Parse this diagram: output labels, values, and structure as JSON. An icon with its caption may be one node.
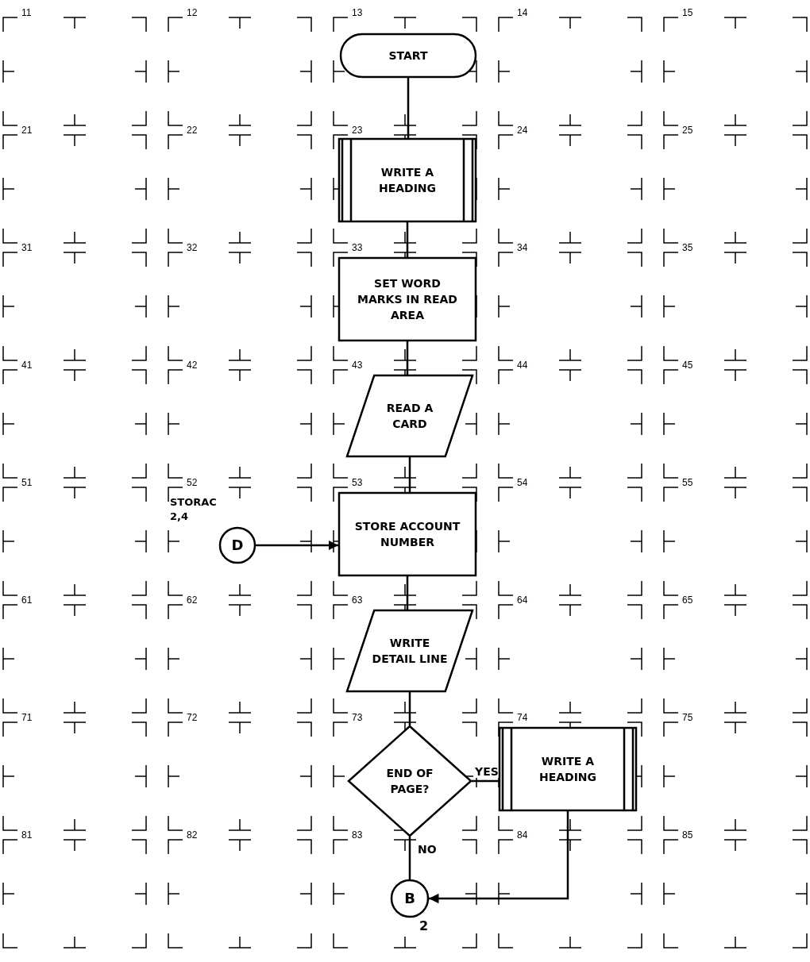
{
  "diagram": {
    "nodes": [
      {
        "text": [
          "START"
        ]
      },
      {
        "text": [
          "WRITE A HEADING"
        ]
      },
      {
        "text": [
          "SET WORD MARKS IN READ AREA"
        ]
      },
      {
        "text": [
          "READ A CARD"
        ]
      },
      {
        "text": [
          "STORE ACCOUNT NUMBER"
        ]
      },
      {
        "text": [
          "WRITE DETAIL LINE"
        ]
      },
      {
        "text": [
          "END OF PAGE?"
        ]
      },
      {
        "text": [
          "WRITE A HEADING"
        ]
      },
      {
        "text": [
          "D"
        ],
        "beside": [
          "STORAC 2,4"
        ]
      },
      {
        "text": [
          "B"
        ],
        "beside": [
          "2"
        ]
      }
    ],
    "edges": [
      {
        "from": 0,
        "to": 1,
        "arrow": "none"
      },
      {
        "from": 1,
        "to": 2,
        "arrow": "none"
      },
      {
        "from": 2,
        "to": 3,
        "arrow": "none"
      },
      {
        "from": 3,
        "to": 4,
        "arrow": "none"
      },
      {
        "from": 8,
        "to": 4,
        "arrow": "to"
      },
      {
        "from": 4,
        "to": 5,
        "arrow": "none"
      },
      {
        "from": 5,
        "to": 6,
        "arrow": "none"
      },
      {
        "from": 6,
        "to": 7,
        "label": "YES",
        "arrow": "none"
      },
      {
        "from": 6,
        "to": 9,
        "label": "NO",
        "arrow": "none"
      },
      {
        "from": 7,
        "to": 9,
        "arrow": "to"
      }
    ],
    "labels": [
      "11",
      "12",
      "13",
      "14",
      "15",
      "21",
      "22",
      "23",
      "24",
      "25",
      "31",
      "32",
      "33",
      "34",
      "35",
      "41",
      "42",
      "43",
      "44",
      "45",
      "51",
      "52",
      "53",
      "54",
      "55",
      "61",
      "62",
      "63",
      "64",
      "65",
      "71",
      "72",
      "73",
      "74",
      "75",
      "81",
      "82",
      "83",
      "84",
      "85"
    ]
  }
}
